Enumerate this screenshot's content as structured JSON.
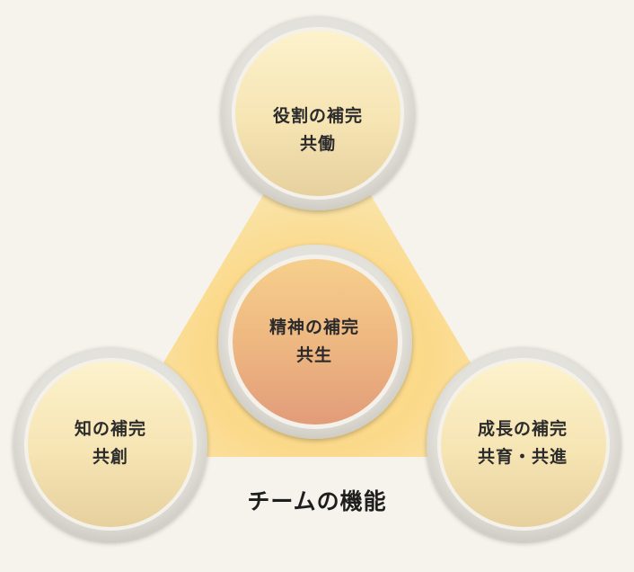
{
  "diagram": {
    "title": "チームの機能",
    "nodes": {
      "top": {
        "line1": "役割の補完",
        "line2": "共働"
      },
      "left": {
        "line1": "知の補完",
        "line2": "共創"
      },
      "right": {
        "line1": "成長の補完",
        "line2": "共育・共進"
      },
      "center": {
        "line1": "精神の補完",
        "line2": "共生"
      }
    }
  },
  "colors": {
    "background": "#f6f3ec",
    "triangle": "#fbd98a",
    "outer_circle_fill_top": "#fcf0c8",
    "outer_circle_fill_bottom": "#e8d2a2",
    "center_circle_fill_top": "#f3c586",
    "center_circle_fill_bottom": "#e2a07a",
    "circle_ring": "#dcdad4"
  }
}
